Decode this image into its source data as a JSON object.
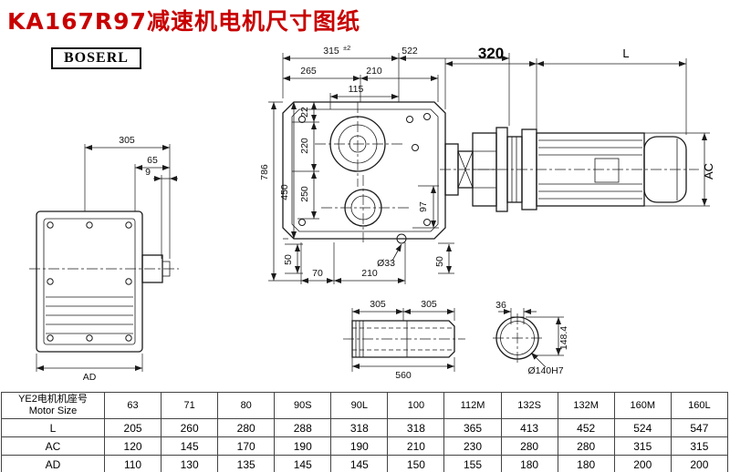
{
  "title": "KA167R97减速机电机尺寸图纸",
  "logo": "BOSERL",
  "dims": {
    "side_305": "305",
    "side_65": "65",
    "side_9": "9",
    "side_AD": "AD",
    "main_315": "315",
    "main_315_tol": "±2",
    "main_522": "522",
    "main_265": "265",
    "main_210t": "210",
    "main_115": "115",
    "main_22": "22",
    "main_220": "220",
    "main_250": "250",
    "main_450": "450",
    "main_786": "786",
    "main_97": "97",
    "main_50l": "50",
    "main_70": "70",
    "main_210b": "210",
    "main_d33": "Ø33",
    "main_50r": "50",
    "motor_320": "320",
    "motor_L": "L",
    "motor_AC": "AC",
    "shaft_305a": "305",
    "shaft_305b": "305",
    "shaft_560": "560",
    "bore_36": "36",
    "bore_148": "148.4",
    "bore_d140": "Ø140H7"
  },
  "table": {
    "header_cn": "YE2电机机座号",
    "header_en": "Motor Size",
    "sizes": [
      "63",
      "71",
      "80",
      "90S",
      "90L",
      "100",
      "112M",
      "132S",
      "132M",
      "160M",
      "160L"
    ],
    "rows": [
      {
        "label": "L",
        "values": [
          "205",
          "260",
          "280",
          "288",
          "318",
          "318",
          "365",
          "413",
          "452",
          "524",
          "547"
        ]
      },
      {
        "label": "AC",
        "values": [
          "120",
          "145",
          "170",
          "190",
          "190",
          "210",
          "230",
          "280",
          "280",
          "315",
          "315"
        ]
      },
      {
        "label": "AD",
        "values": [
          "110",
          "130",
          "135",
          "145",
          "145",
          "150",
          "155",
          "180",
          "180",
          "200",
          "200"
        ]
      }
    ]
  }
}
